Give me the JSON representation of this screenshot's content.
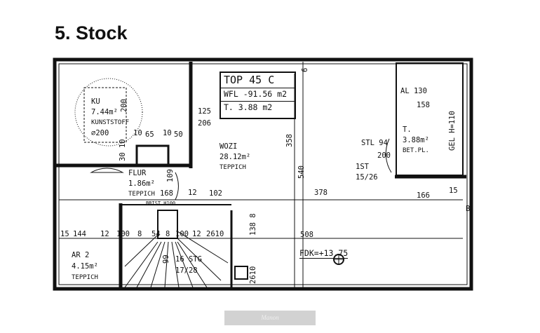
{
  "title": "5. Stock",
  "top_box": {
    "name": "TOP 45   C",
    "wfl": "WFL -91.56 m2",
    "t": "T.     3.88 m2"
  },
  "rooms": {
    "kueche": [
      "KU",
      "7.44m²",
      "KUNSTSTOFF",
      "∅200"
    ],
    "wohnzimmer": [
      "WOZI",
      "28.12m²",
      "TEPPICH"
    ],
    "flur": [
      "FLUR",
      "1.86m²",
      "TEPPICH"
    ],
    "abstellraum": [
      "AR 2",
      "4.15m²",
      "TEPPICH"
    ],
    "terrasse": [
      "T.",
      "3.88m²",
      "BET.PL."
    ],
    "stiege": [
      "16 STG",
      "17/28"
    ]
  },
  "labels": {
    "d200": "200",
    "d125": "125",
    "d206": "206",
    "d10a": "10",
    "d65": "65",
    "d10b": "10",
    "d50": "50",
    "d3010": "30 10",
    "d358": "358",
    "d109": "109",
    "d168": "168",
    "d12a": "12",
    "d102": "102",
    "brist": "BRIST H100",
    "d6": "6",
    "al130": "AL 130",
    "d158": "158",
    "gel": "GEL H=110",
    "stl": "STL 94",
    "d200b": "200",
    "st1": "1ST",
    "st2": "15/26",
    "d540": "540",
    "d378": "378",
    "d166": "166",
    "d15a": "15",
    "b": "B",
    "d15b": "15",
    "d144": "144",
    "d12b": "12",
    "d100a": "100",
    "d8a": "8",
    "d54": "54",
    "d8b": "8",
    "d100b": "100",
    "d12c": "12",
    "d2610a": "2610",
    "d1388": "138  8",
    "d508": "508",
    "d99": "99",
    "d2610b": "2610",
    "fdk": "FDK=+13.75"
  },
  "watermark": "Manon"
}
